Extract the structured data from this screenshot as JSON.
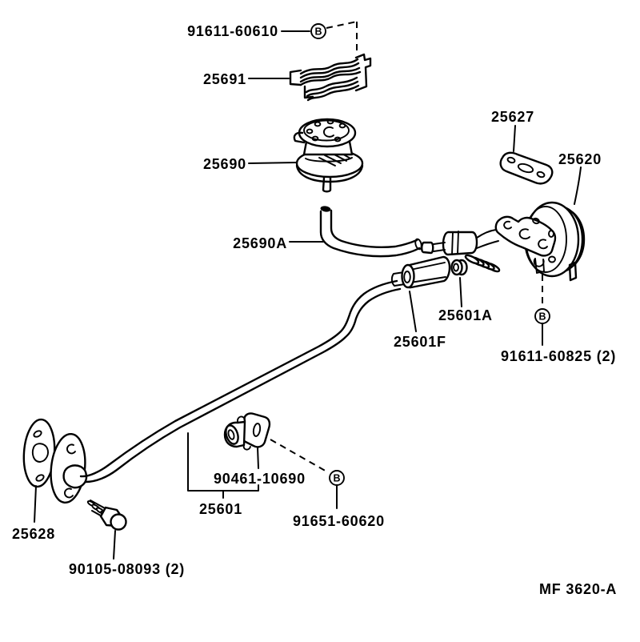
{
  "diagram": {
    "background_color": "#ffffff",
    "line_color": "#000000",
    "footer_code": "MF 3620-A",
    "bolt_symbol": "B",
    "labels": {
      "bolt_91611_60610": "91611-60610",
      "clip_25691": "25691",
      "gasket_25627": "25627",
      "valve_25620": "25620",
      "modulator_25690": "25690",
      "hose_25690a": "25690A",
      "nut_25601a": "25601A",
      "sleeve_25601f": "25601F",
      "bolt_91611_60825": "91611-60825 (2)",
      "gasket_25628": "25628",
      "bolt_90105_08093": "90105-08093 (2)",
      "clamp_90461_10690": "90461-10690",
      "pipe_25601": "25601",
      "bolt_91651_60620": "91651-60620"
    }
  }
}
